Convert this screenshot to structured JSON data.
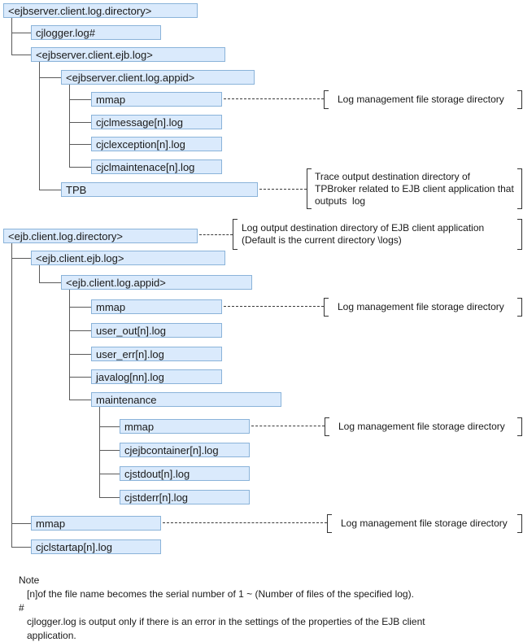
{
  "colors": {
    "node_fill": "#daeafc",
    "node_border": "#8ab3d9"
  },
  "nodes": {
    "ejbserver_client_log_directory": "<ejbserver.client.log.directory>",
    "cjlogger_log": "cjlogger.log#",
    "ejbserver_client_ejb_log": "<ejbserver.client.ejb.log>",
    "ejbserver_client_log_appid": "<ejbserver.client.log.appid>",
    "mmap1": "mmap",
    "cjclmessage": "cjclmessage[n].log",
    "cjclexception": "cjclexception[n].log",
    "cjclmaintenace": "cjclmaintenace[n].log",
    "tpb": "TPB",
    "ejb_client_log_directory": "<ejb.client.log.directory>",
    "ejb_client_ejb_log": "<ejb.client.ejb.log>",
    "ejb_client_log_appid": "<ejb.client.log.appid>",
    "mmap2": "mmap",
    "user_out": "user_out[n].log",
    "user_err": "user_err[n].log",
    "javalog": "javalog[nn].log",
    "maintenance": "maintenance",
    "mmap3": "mmap",
    "cjejbcontainer": "cjejbcontainer[n].log",
    "cjstdout": "cjstdout[n].log",
    "cjstderr": "cjstderr[n].log",
    "mmap4": "mmap",
    "cjclstartap": "cjclstartap[n].log"
  },
  "annotations": {
    "log_mgmt": "Log management file storage directory",
    "tpb_lines": [
      "Trace output destination directory of",
      "TPBroker related to EJB client application that",
      "outputs  log"
    ],
    "log_output_lines": [
      "Log output destination directory of EJB client application",
      "(Default is the current directory \\logs)"
    ]
  },
  "note": {
    "title": "Note",
    "line1": "[n]of the file name becomes the serial number of 1 ~ (Number of files of the specified log).",
    "hash": "#",
    "line2": "cjlogger.log is output only if there is an error in the settings of the properties of the EJB client",
    "line3": "application."
  }
}
